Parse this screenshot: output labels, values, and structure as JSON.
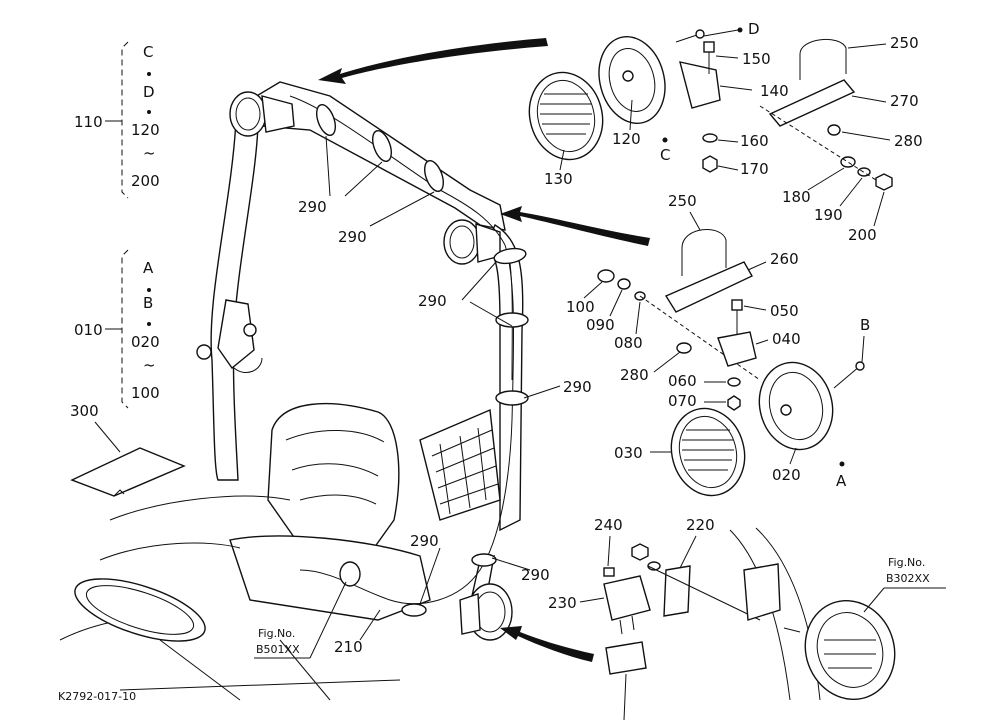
{
  "diagram": {
    "drawing_code": "K2792-017-10",
    "groups": [
      {
        "code": "110",
        "items": [
          "C",
          "D",
          "120",
          "~",
          "200"
        ]
      },
      {
        "code": "010",
        "items": [
          "A",
          "B",
          "020",
          "~",
          "100"
        ]
      }
    ],
    "standalone_part": "300",
    "part_numbers": {
      "p030": "030",
      "p020": "020",
      "p040": "040",
      "p050": "050",
      "p060": "060",
      "p070": "070",
      "p080": "080",
      "p090": "090",
      "p100": "100",
      "p120": "120",
      "p130": "130",
      "p140": "140",
      "p150": "150",
      "p160": "160",
      "p170": "170",
      "p180": "180",
      "p190": "190",
      "p200": "200",
      "p210": "210",
      "p220": "220",
      "p230": "230",
      "p240": "240",
      "p250a": "250",
      "p250b": "250",
      "p260": "260",
      "p270": "270",
      "p280a": "280",
      "p280b": "280",
      "p290_1": "290",
      "p290_2": "290",
      "p290_3": "290",
      "p290_4": "290",
      "p290_5": "290",
      "p290_6": "290"
    },
    "letters": {
      "A": "A",
      "B": "B",
      "C": "C",
      "D": "D"
    },
    "figure_refs": [
      {
        "line1": "Fig.No.",
        "line2": "B501XX"
      },
      {
        "line1": "Fig.No.",
        "line2": "B302XX"
      }
    ]
  }
}
